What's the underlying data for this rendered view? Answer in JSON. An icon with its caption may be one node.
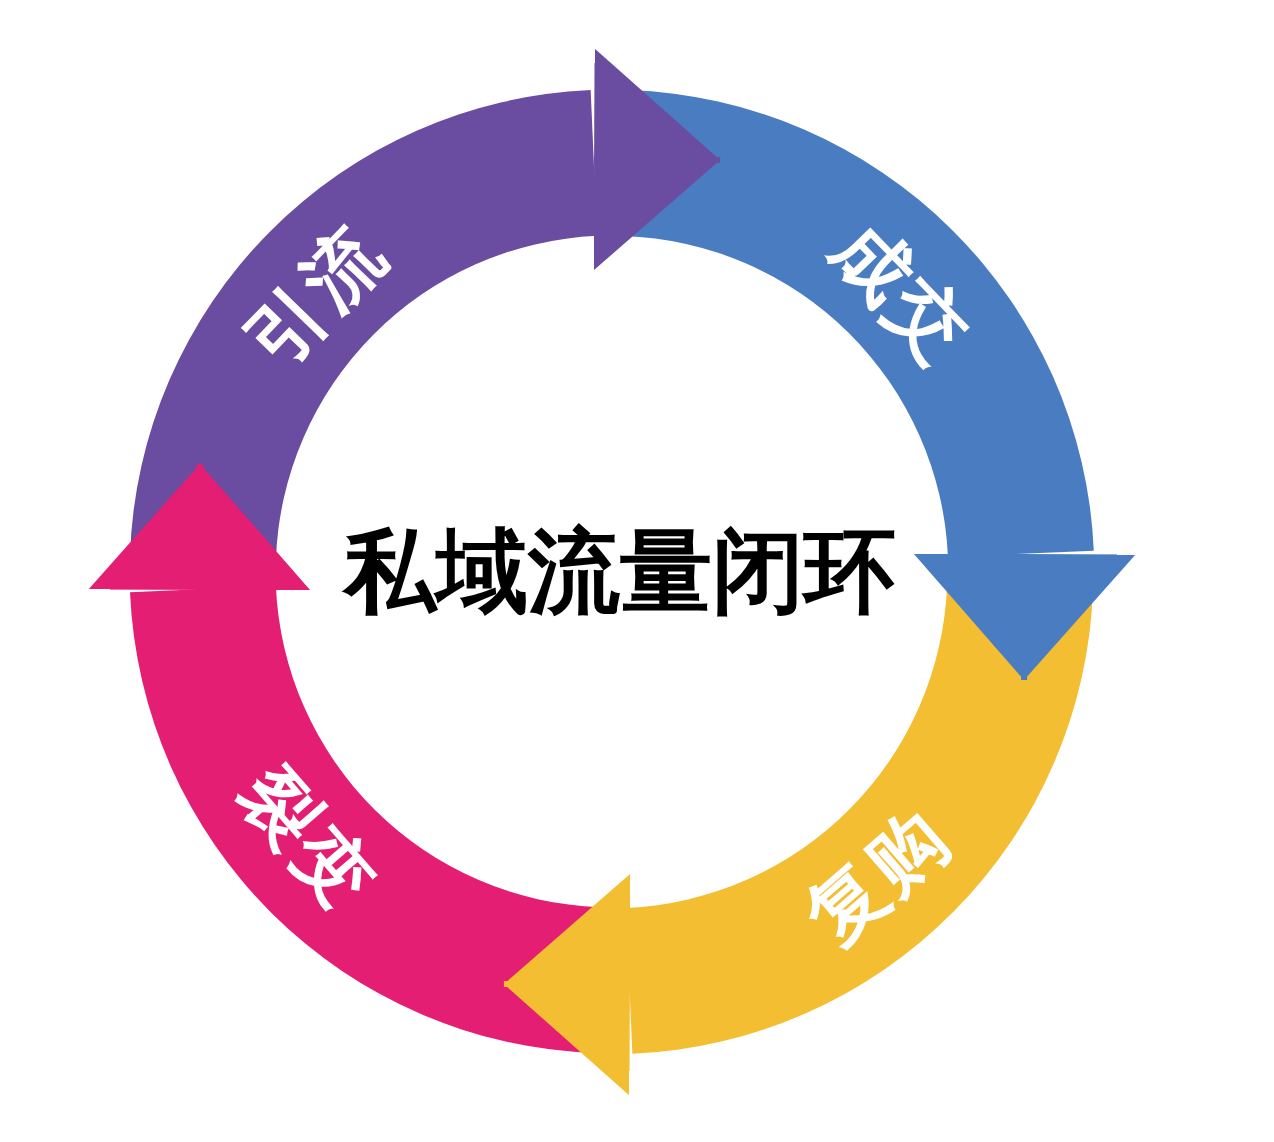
{
  "diagram": {
    "title": "私域流量闭环",
    "nodes": [
      {
        "text": [
          "引流"
        ]
      },
      {
        "text": [
          "成交"
        ]
      },
      {
        "text": [
          "复购"
        ]
      },
      {
        "text": [
          "裂变"
        ]
      }
    ],
    "edges": [
      {
        "from": 0,
        "to": 1,
        "arrow": "to",
        "color": "#6a4ca0"
      },
      {
        "from": 1,
        "to": 2,
        "arrow": "to",
        "color": "#4a7cc2"
      },
      {
        "from": 2,
        "to": 3,
        "arrow": "to",
        "color": "#f3be32"
      },
      {
        "from": 3,
        "to": 0,
        "arrow": "to",
        "color": "#e41e73"
      }
    ]
  }
}
